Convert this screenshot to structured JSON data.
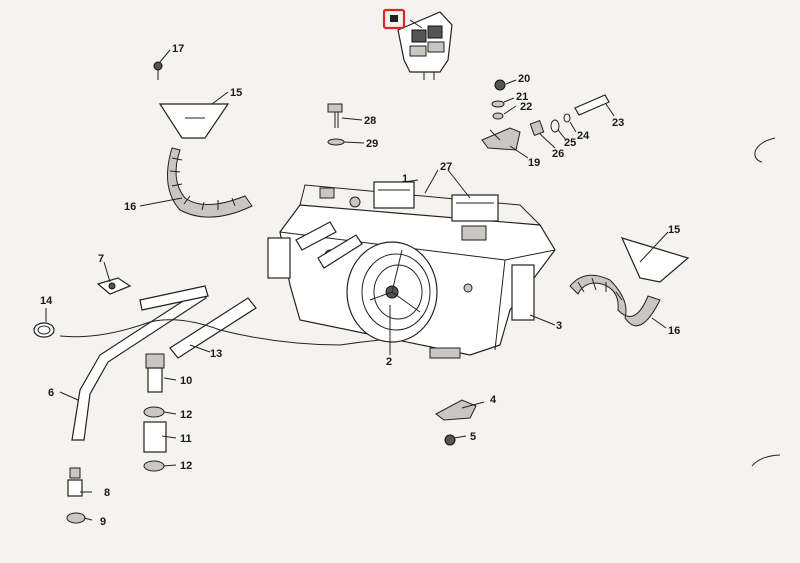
{
  "diagram": {
    "callouts": [
      "1",
      "2",
      "3",
      "4",
      "5",
      "6",
      "7",
      "8",
      "9",
      "10",
      "11",
      "12",
      "12",
      "13",
      "14",
      "15",
      "15",
      "16",
      "16",
      "17",
      "19",
      "20",
      "21",
      "22",
      "23",
      "24",
      "25",
      "26",
      "27",
      "28",
      "29"
    ],
    "highlight_color": "#e02424"
  }
}
